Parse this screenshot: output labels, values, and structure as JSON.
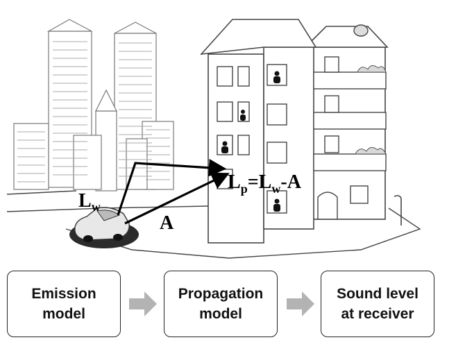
{
  "equation": {
    "L": "L",
    "p": "p",
    "eq": "=",
    "w": "w",
    "minus": "-",
    "A": "A"
  },
  "emission_label": {
    "L": "L",
    "w": "w"
  },
  "attenuation_label": "A",
  "steps": [
    {
      "line1": "Emission",
      "line2": "model"
    },
    {
      "line1": "Propagation",
      "line2": "model"
    },
    {
      "line1": "Sound level",
      "line2": "at receiver"
    }
  ],
  "colors": {
    "line": "#1a1a1a",
    "flow_arrow": "#b3b3b3",
    "shadow": "#2b2b2b",
    "car": "#e8e8e8"
  }
}
